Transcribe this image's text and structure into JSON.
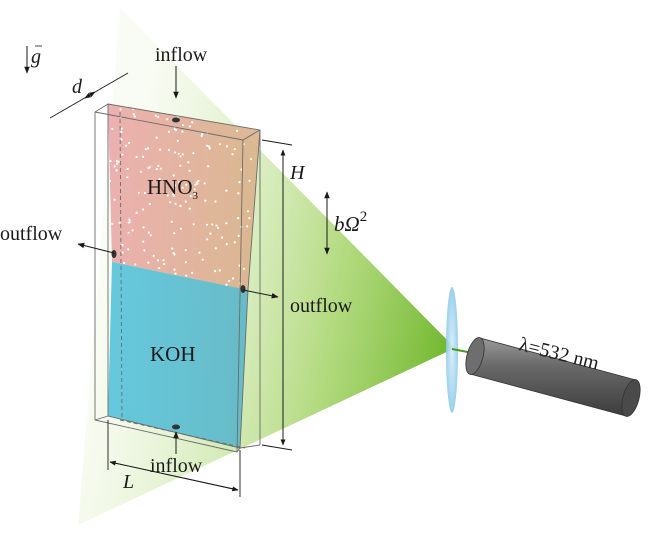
{
  "labels": {
    "gravity": "g",
    "inflow_top": "inflow",
    "inflow_bottom": "inflow",
    "outflow_left": "outflow",
    "outflow_right": "outflow",
    "depth": "d",
    "height": "H",
    "length": "L",
    "upper_fluid": "HNO",
    "upper_fluid_sub": "3",
    "lower_fluid": "KOH",
    "modulation": "bΩ",
    "modulation_exp": "2",
    "laser": "λ=532 nm"
  },
  "colors": {
    "upper_fluid": "#e8b7a3",
    "lower_fluid": "#5cc0d4",
    "laser_sheet": "#8cc63f",
    "lens": "#a9d8ee",
    "laser_body": "#5a5a5a",
    "cell_frame": "#666666"
  }
}
